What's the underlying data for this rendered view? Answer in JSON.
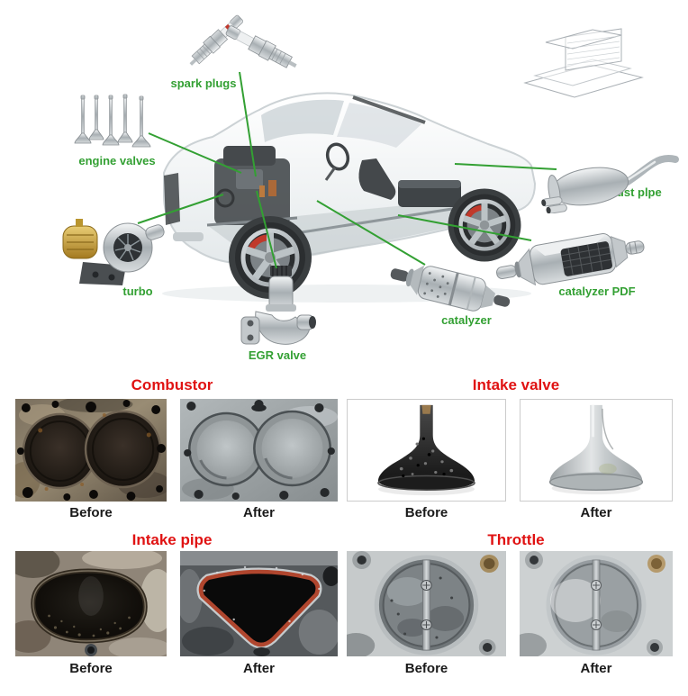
{
  "colors": {
    "label_green": "#33a033",
    "title_red": "#e01212"
  },
  "diagram": {
    "parts": [
      {
        "id": "spark-plugs",
        "label": "spark plugs"
      },
      {
        "id": "engine-valves",
        "label": "engine valves"
      },
      {
        "id": "turbo",
        "label": "turbo"
      },
      {
        "id": "egr-valve",
        "label": "EGR valve"
      },
      {
        "id": "exhaust-pipe",
        "label": "exhaust plpe"
      },
      {
        "id": "catalyzer",
        "label": "catalyzer"
      },
      {
        "id": "catalyzer-pdf",
        "label": "catalyzer PDF"
      }
    ]
  },
  "comparisons": {
    "sections": [
      {
        "title": "Combustor",
        "before_label": "Before",
        "after_label": "After"
      },
      {
        "title": "Intake valve",
        "before_label": "Before",
        "after_label": "After"
      },
      {
        "title": "Intake pipe",
        "before_label": "Before",
        "after_label": "After"
      },
      {
        "title": "Throttle",
        "before_label": "Before",
        "after_label": "After"
      }
    ]
  }
}
